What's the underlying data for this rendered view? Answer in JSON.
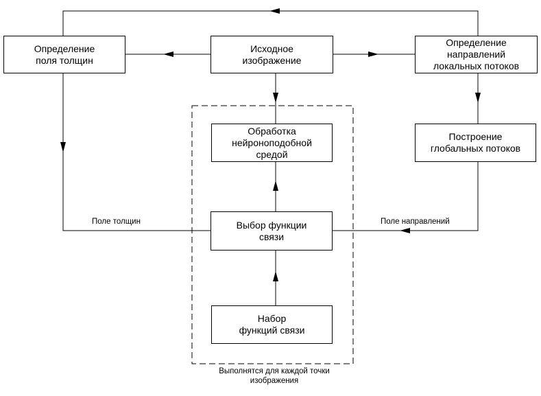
{
  "boxes": {
    "source_image": {
      "line1": "Исходное",
      "line2": "изображение"
    },
    "thickness_field": {
      "line1": "Определение",
      "line2": "поля толщин"
    },
    "local_flows": {
      "line1": "Определение",
      "line2": "направлений",
      "line3": "локальных потоков"
    },
    "global_flows": {
      "line1": "Построение",
      "line2": "глобальных потоков"
    },
    "neural_processing": {
      "line1": "Обработка",
      "line2": "нейроноподобной",
      "line3": "средой"
    },
    "link_function_choice": {
      "line1": "Выбор функции",
      "line2": "связи"
    },
    "link_function_set": {
      "line1": "Набор",
      "line2": "функций связи"
    }
  },
  "labels": {
    "thickness_field": "Поле толщин",
    "direction_field": "Поле направлений",
    "per_point_line1": "Выполнятся для каждой точки",
    "per_point_line2": "изображения"
  }
}
